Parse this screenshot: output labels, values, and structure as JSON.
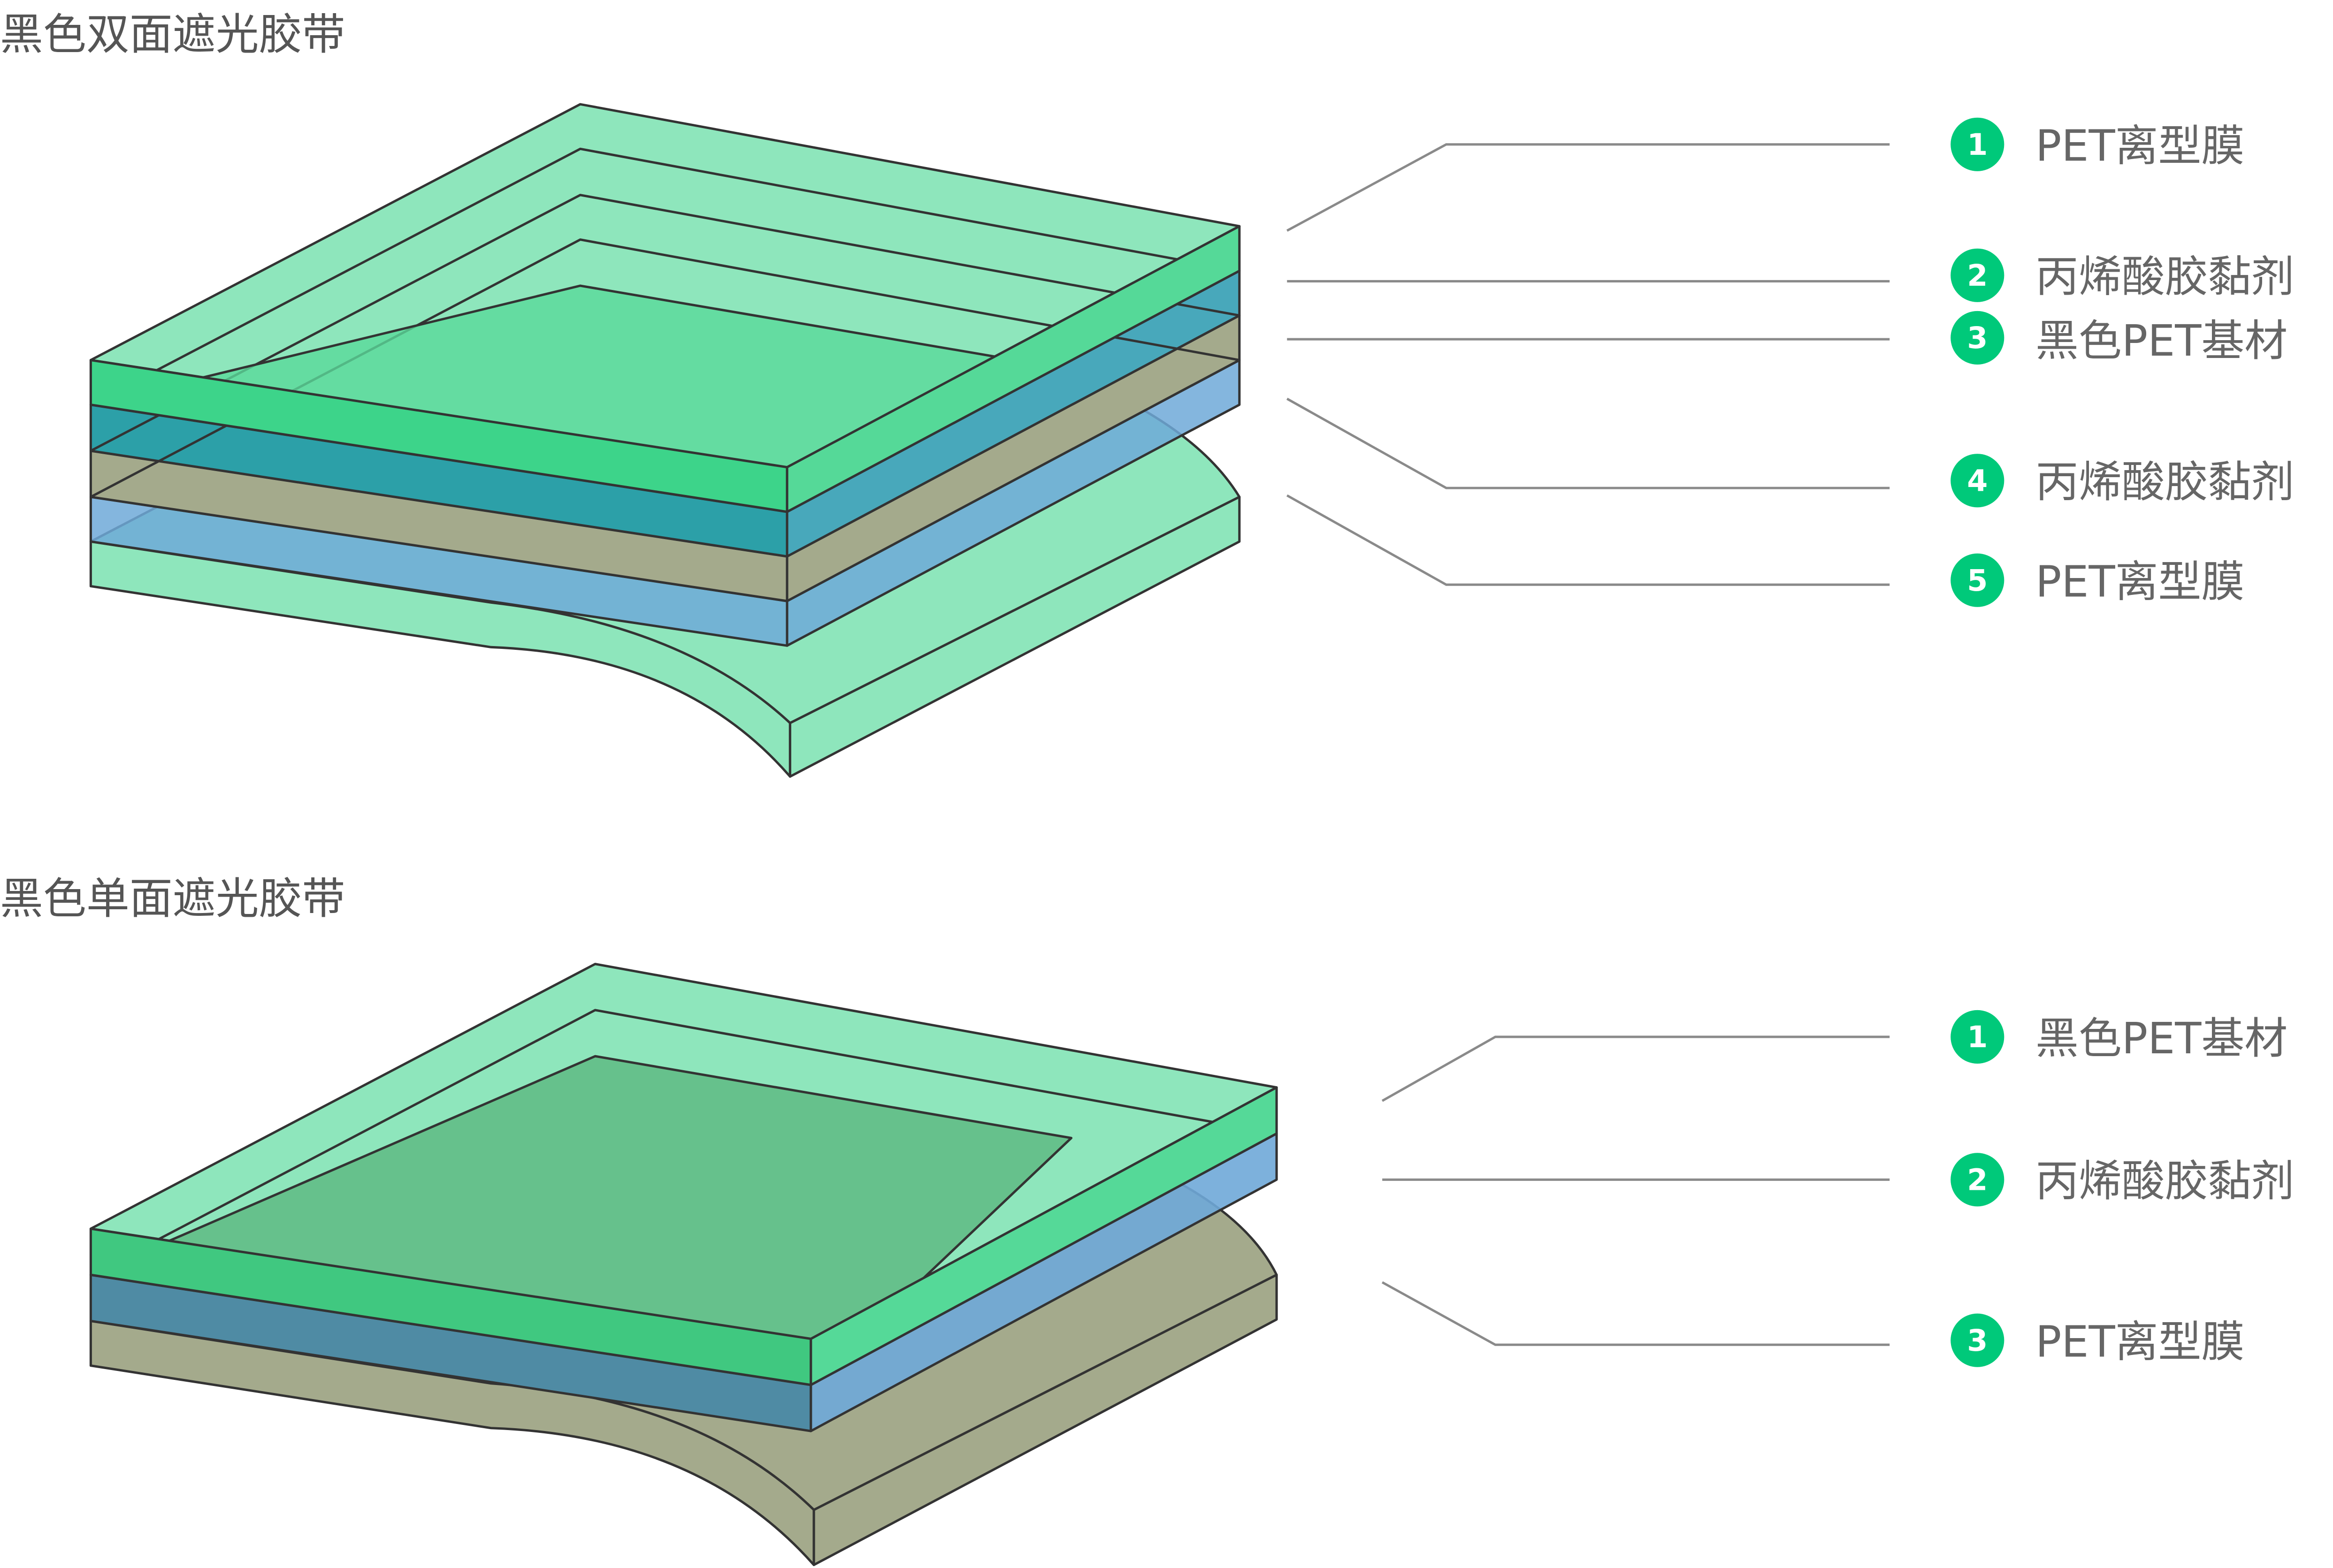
{
  "diagrams": [
    {
      "title": "黑色双面遮光胶带",
      "layers": [
        {
          "num": "1",
          "label": "PET离型膜"
        },
        {
          "num": "2",
          "label": "丙烯酸胶黏剂"
        },
        {
          "num": "3",
          "label": "黑色PET基材"
        },
        {
          "num": "4",
          "label": "丙烯酸胶黏剂"
        },
        {
          "num": "5",
          "label": "PET离型膜"
        }
      ]
    },
    {
      "title": "黑色单面遮光胶带",
      "layers": [
        {
          "num": "1",
          "label": "黑色PET基材"
        },
        {
          "num": "2",
          "label": "丙烯酸胶黏剂"
        },
        {
          "num": "3",
          "label": "PET离型膜"
        }
      ]
    }
  ],
  "colors": {
    "badge": "#00c97a",
    "release_film": "#8ee6bc",
    "adhesive": "#6fa9d8",
    "black_pet": "#a4aa8c"
  }
}
